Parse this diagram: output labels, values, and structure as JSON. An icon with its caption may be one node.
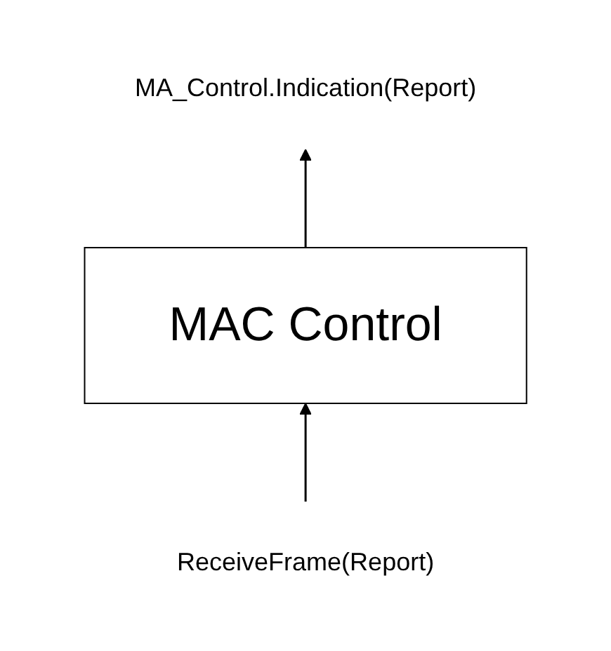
{
  "diagram": {
    "nodes": [
      {
        "text": [
          "MA_Control.Indication(Report)"
        ]
      },
      {
        "text": [
          "MAC Control"
        ]
      },
      {
        "text": [
          "ReceiveFrame(Report)"
        ]
      }
    ],
    "edges": [
      {
        "from": 2,
        "to": 1,
        "arrow": "to"
      },
      {
        "from": 1,
        "to": 0,
        "arrow": "to"
      }
    ]
  }
}
